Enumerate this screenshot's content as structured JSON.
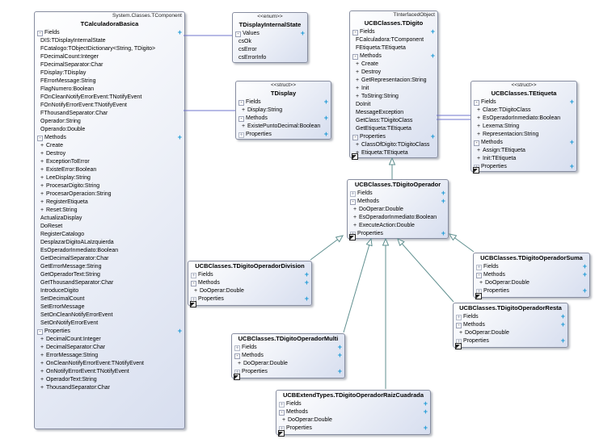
{
  "icons": {
    "collapse": "-",
    "expand": "+",
    "section_add": "+",
    "public_prefix": "+"
  },
  "colors": {
    "association_line": "#6f74cc",
    "inheritance_line": "#5f8f8f",
    "section_add": "#1d9ad6",
    "box_fill_bottom": "#d7deef"
  },
  "classes": [
    {
      "id": "calculadora",
      "ancestor": "System.Classes.TComponent",
      "name": "TCalculadoraBasica",
      "corner": false,
      "sections": [
        {
          "label": "Fields",
          "state": "expanded",
          "add": true,
          "items": [
            {
              "pub": false,
              "text": "DIS:TDisplayInternalState"
            },
            {
              "pub": false,
              "text": "FCatalogo:TObjectDictionary<String, TDigito>"
            },
            {
              "pub": false,
              "text": "FDecimalCount:Integer"
            },
            {
              "pub": false,
              "text": "FDecimalSeparator:Char"
            },
            {
              "pub": false,
              "text": "FDisplay:TDisplay"
            },
            {
              "pub": false,
              "text": "FErrorMessage:String"
            },
            {
              "pub": false,
              "text": "FlagNumero:Boolean"
            },
            {
              "pub": false,
              "text": "FOnCleanNotifyErrorEvent:TNotifyEvent"
            },
            {
              "pub": false,
              "text": "FOnNotifyErrorEvent:TNotifyEvent"
            },
            {
              "pub": false,
              "text": "FThousandSeparator:Char"
            },
            {
              "pub": false,
              "text": "Operador:String"
            },
            {
              "pub": false,
              "text": "Operando:Double"
            }
          ]
        },
        {
          "label": "Methods",
          "state": "expanded",
          "add": true,
          "items": [
            {
              "pub": true,
              "text": "Create"
            },
            {
              "pub": true,
              "text": "Destroy"
            },
            {
              "pub": true,
              "text": "ExceptionToError"
            },
            {
              "pub": true,
              "text": "ExisteError:Boolean"
            },
            {
              "pub": true,
              "text": "LeeDisplay:String"
            },
            {
              "pub": true,
              "text": "ProcesarDigito:String"
            },
            {
              "pub": true,
              "text": "ProcesarOperacion:String"
            },
            {
              "pub": true,
              "text": "RegisterEtiqueta"
            },
            {
              "pub": true,
              "text": "Reset:String"
            },
            {
              "pub": false,
              "text": "ActualizaDisplay"
            },
            {
              "pub": false,
              "text": "DoReset"
            },
            {
              "pub": false,
              "text": "RegisterCatalogo"
            },
            {
              "pub": false,
              "text": "DesplazarDigitoALaIzquierda"
            },
            {
              "pub": false,
              "text": "EsOperadorInmediato:Boolean"
            },
            {
              "pub": false,
              "text": "GetDecimalSeparator:Char"
            },
            {
              "pub": false,
              "text": "GetErrorMessage:String"
            },
            {
              "pub": false,
              "text": "GetOperadorText:String"
            },
            {
              "pub": false,
              "text": "GetThousandSeparator:Char"
            },
            {
              "pub": false,
              "text": "IntroduceDigito"
            },
            {
              "pub": false,
              "text": "SetDecimalCount"
            },
            {
              "pub": false,
              "text": "SetErrorMessage"
            },
            {
              "pub": false,
              "text": "SetOnCleanNotifyErrorEvent"
            },
            {
              "pub": false,
              "text": "SetOnNotifyErrorEvent"
            }
          ]
        },
        {
          "label": "Properties",
          "state": "expanded",
          "add": true,
          "items": [
            {
              "pub": true,
              "text": "DecimalCount:Integer"
            },
            {
              "pub": true,
              "text": "DecimalSeparator:Char"
            },
            {
              "pub": true,
              "text": "ErrorMessage:String"
            },
            {
              "pub": true,
              "text": "OnCleanNotifyErrorEvent:TNotifyEvent"
            },
            {
              "pub": true,
              "text": "OnNotifyErrorEvent:TNotifyEvent"
            },
            {
              "pub": true,
              "text": "OperadorText:String"
            },
            {
              "pub": true,
              "text": "ThousandSeparator:Char"
            }
          ]
        }
      ]
    },
    {
      "id": "displaystate",
      "stereotype": "<<enum>>",
      "name": "TDisplayInternalState",
      "corner": false,
      "sections": [
        {
          "label": "Values",
          "state": "expanded",
          "add": true,
          "items": [
            {
              "pub": false,
              "text": "csOk"
            },
            {
              "pub": false,
              "text": "csError"
            },
            {
              "pub": false,
              "text": "csErrorInfo"
            }
          ]
        }
      ]
    },
    {
      "id": "display",
      "stereotype": "<<struct>>",
      "name": "TDisplay",
      "corner": false,
      "sections": [
        {
          "label": "Fields",
          "state": "expanded",
          "add": true,
          "items": [
            {
              "pub": true,
              "text": "Display:String"
            }
          ]
        },
        {
          "label": "Methods",
          "state": "expanded",
          "add": true,
          "items": [
            {
              "pub": true,
              "text": "ExistePuntoDecimal:Boolean"
            }
          ]
        },
        {
          "label": "Properties",
          "state": "collapsed",
          "add": true,
          "items": []
        }
      ]
    },
    {
      "id": "digito",
      "ancestor": "TInterfacedObject",
      "name": "UCBClasses.TDigito",
      "corner": true,
      "sections": [
        {
          "label": "Fields",
          "state": "expanded",
          "add": true,
          "items": [
            {
              "pub": false,
              "text": "FCalculadora:TComponent"
            },
            {
              "pub": false,
              "text": "FEtiqueta:TEtiqueta"
            }
          ]
        },
        {
          "label": "Methods",
          "state": "expanded",
          "add": true,
          "items": [
            {
              "pub": true,
              "text": "Create"
            },
            {
              "pub": true,
              "text": "Destroy"
            },
            {
              "pub": true,
              "text": "GetRepresentacion:String"
            },
            {
              "pub": true,
              "text": "Init"
            },
            {
              "pub": true,
              "text": "ToString:String"
            },
            {
              "pub": false,
              "text": "DoInit"
            },
            {
              "pub": false,
              "text": "MessageException"
            },
            {
              "pub": false,
              "text": "GetClass:TDigitoClass"
            },
            {
              "pub": false,
              "text": "GetEtiqueta:TEtiqueta"
            }
          ]
        },
        {
          "label": "Properties",
          "state": "expanded",
          "add": true,
          "items": [
            {
              "pub": true,
              "text": "ClassOfDigito:TDigitoClass"
            },
            {
              "pub": true,
              "text": "Etiqueta:TEtiqueta"
            }
          ]
        }
      ]
    },
    {
      "id": "etiqueta",
      "stereotype": "<<struct>>",
      "name": "UCBClasses.TEtiqueta",
      "corner": true,
      "sections": [
        {
          "label": "Fields",
          "state": "expanded",
          "add": true,
          "items": [
            {
              "pub": true,
              "text": "Clase:TDigitoClass"
            },
            {
              "pub": true,
              "text": "EsOperadorInmediato:Boolean"
            },
            {
              "pub": true,
              "text": "Lexema:String"
            },
            {
              "pub": true,
              "text": "Representacion:String"
            }
          ]
        },
        {
          "label": "Methods",
          "state": "expanded",
          "add": true,
          "items": [
            {
              "pub": true,
              "text": "Assign:TEtiqueta"
            },
            {
              "pub": true,
              "text": "Init:TEtiqueta"
            }
          ]
        },
        {
          "label": "Properties",
          "state": "collapsed",
          "add": true,
          "items": []
        }
      ]
    },
    {
      "id": "operador",
      "name": "UCBClasses.TDigitoOperador",
      "corner": true,
      "sections": [
        {
          "label": "Fields",
          "state": "collapsed",
          "add": true,
          "items": []
        },
        {
          "label": "Methods",
          "state": "expanded",
          "add": true,
          "items": [
            {
              "pub": true,
              "text": "DoOperar:Double"
            },
            {
              "pub": true,
              "text": "EsOperadorInmediato:Boolean"
            },
            {
              "pub": true,
              "text": "ExecuteAction:Double"
            }
          ]
        },
        {
          "label": "Properties",
          "state": "collapsed",
          "add": true,
          "items": []
        }
      ]
    },
    {
      "id": "division",
      "name": "UCBClasses.TDigitoOperadorDivision",
      "corner": true,
      "sections": [
        {
          "label": "Fields",
          "state": "collapsed",
          "add": true,
          "items": []
        },
        {
          "label": "Methods",
          "state": "expanded",
          "add": true,
          "items": [
            {
              "pub": true,
              "text": "DoOperar:Double"
            }
          ]
        },
        {
          "label": "Properties",
          "state": "collapsed",
          "add": true,
          "items": []
        }
      ]
    },
    {
      "id": "multi",
      "name": "UCBClasses.TDigitoOperadorMulti",
      "corner": true,
      "sections": [
        {
          "label": "Fields",
          "state": "collapsed",
          "add": true,
          "items": []
        },
        {
          "label": "Methods",
          "state": "expanded",
          "add": true,
          "items": [
            {
              "pub": true,
              "text": "DoOperar:Double"
            }
          ]
        },
        {
          "label": "Properties",
          "state": "collapsed",
          "add": true,
          "items": []
        }
      ]
    },
    {
      "id": "raiz",
      "name": "UCBExtendTypes.TDigitoOperadorRaizCuadrada",
      "corner": true,
      "sections": [
        {
          "label": "Fields",
          "state": "collapsed",
          "add": true,
          "items": []
        },
        {
          "label": "Methods",
          "state": "expanded",
          "add": true,
          "items": [
            {
              "pub": true,
              "text": "DoOperar:Double"
            }
          ]
        },
        {
          "label": "Properties",
          "state": "collapsed",
          "add": true,
          "items": []
        }
      ]
    },
    {
      "id": "suma",
      "name": "UCBClasses.TDigitoOperadorSuma",
      "corner": true,
      "sections": [
        {
          "label": "Fields",
          "state": "collapsed",
          "add": true,
          "items": []
        },
        {
          "label": "Methods",
          "state": "expanded",
          "add": true,
          "items": [
            {
              "pub": true,
              "text": "DoOperar:Double"
            }
          ]
        },
        {
          "label": "Properties",
          "state": "collapsed",
          "add": true,
          "items": []
        }
      ]
    },
    {
      "id": "resta",
      "name": "UCBClasses.TDigitoOperadorResta",
      "corner": true,
      "sections": [
        {
          "label": "Fields",
          "state": "collapsed",
          "add": true,
          "items": []
        },
        {
          "label": "Methods",
          "state": "expanded",
          "add": true,
          "items": [
            {
              "pub": true,
              "text": "DoOperar:Double"
            }
          ]
        },
        {
          "label": "Properties",
          "state": "collapsed",
          "add": true,
          "items": []
        }
      ]
    }
  ],
  "connections": [
    {
      "from": "TCalculadoraBasica",
      "to": "TDisplayInternalState",
      "type": "association"
    },
    {
      "from": "TCalculadoraBasica",
      "to": "TDisplay",
      "type": "association"
    },
    {
      "from": "UCBClasses.TDigito",
      "to": "UCBClasses.TEtiqueta",
      "type": "association"
    },
    {
      "from": "UCBClasses.TDigito",
      "to": "UCBClasses.TEtiqueta",
      "type": "association"
    },
    {
      "from": "UCBClasses.TDigitoOperador",
      "to": "UCBClasses.TDigito",
      "type": "inheritance"
    },
    {
      "from": "UCBClasses.TDigitoOperadorDivision",
      "to": "UCBClasses.TDigitoOperador",
      "type": "inheritance"
    },
    {
      "from": "UCBClasses.TDigitoOperadorMulti",
      "to": "UCBClasses.TDigitoOperador",
      "type": "inheritance"
    },
    {
      "from": "UCBExtendTypes.TDigitoOperadorRaizCuadrada",
      "to": "UCBClasses.TDigitoOperador",
      "type": "inheritance"
    },
    {
      "from": "UCBClasses.TDigitoOperadorResta",
      "to": "UCBClasses.TDigitoOperador",
      "type": "inheritance"
    },
    {
      "from": "UCBClasses.TDigitoOperadorSuma",
      "to": "UCBClasses.TDigitoOperador",
      "type": "inheritance"
    }
  ]
}
